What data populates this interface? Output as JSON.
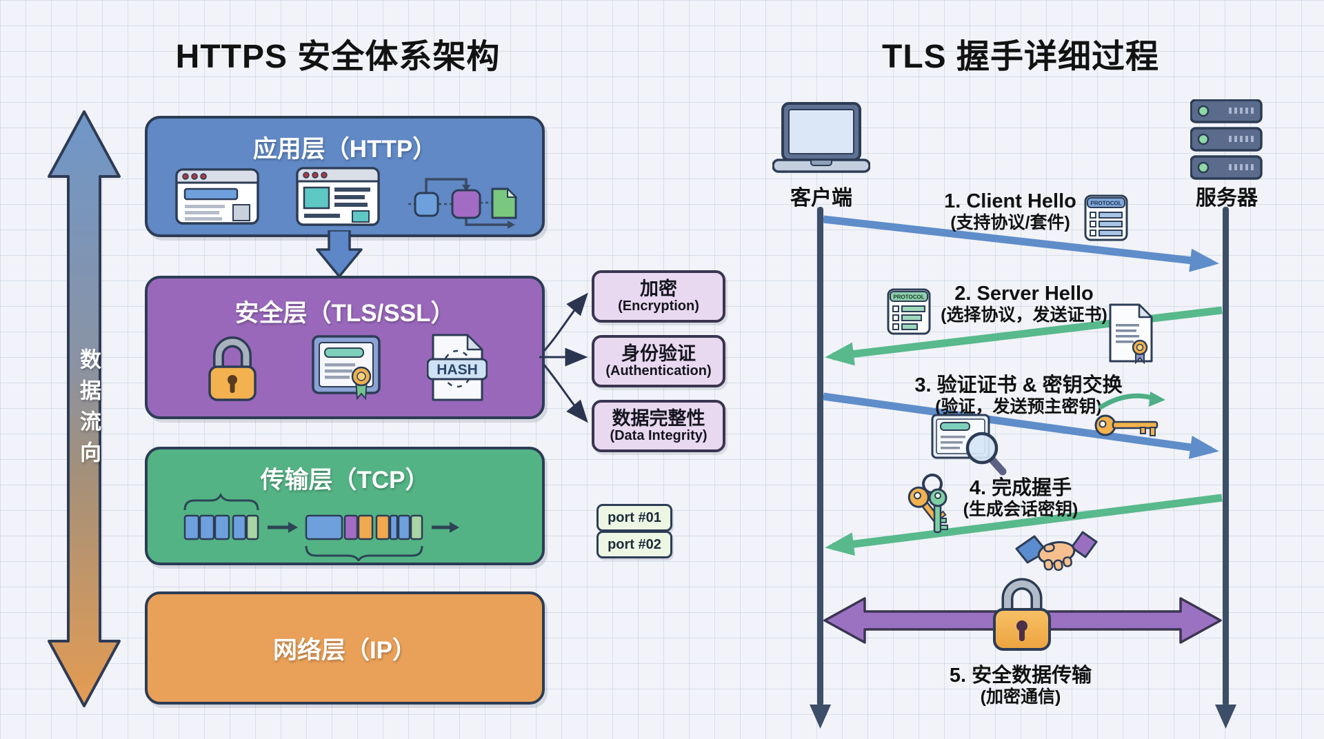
{
  "left": {
    "title": "HTTPS 安全体系架构",
    "flow_label": "数据流向",
    "layers": [
      {
        "label": "应用层（HTTP）"
      },
      {
        "label": "安全层（TLS/SSL）"
      },
      {
        "label": "传输层（TCP）"
      },
      {
        "label": "网络层（IP）"
      }
    ],
    "hash_text": "HASH",
    "ports": [
      "port #01",
      "port #02"
    ],
    "callouts": [
      {
        "zh": "加密",
        "en": "(Encryption)"
      },
      {
        "zh": "身份验证",
        "en": "(Authentication)"
      },
      {
        "zh": "数据完整性",
        "en": "(Data Integrity)"
      }
    ]
  },
  "right": {
    "title": "TLS 握手详细过程",
    "client_label": "客户端",
    "server_label": "服务器",
    "protocol_text": "PROTOCOL",
    "steps": [
      {
        "title": "1. Client Hello",
        "subtitle": "(支持协议/套件)"
      },
      {
        "title": "2. Server Hello",
        "subtitle": "(选择协议，发送证书)"
      },
      {
        "title": "3. 验证证书 & 密钥交换",
        "subtitle": "(验证，发送预主密钥)"
      },
      {
        "title": "4. 完成握手",
        "subtitle": "(生成会话密钥)"
      },
      {
        "title": "5. 安全数据传输",
        "subtitle": "(加密通信)"
      }
    ]
  },
  "colors": {
    "app_layer": "#6089c5",
    "security_layer": "#9968bb",
    "transport_layer": "#53b384",
    "network_layer": "#e9a058",
    "arrow_blue": "#5e8dc9",
    "arrow_green": "#58b98c",
    "arrow_purple": "#9b71c2",
    "lifeline": "#3c4e68",
    "callout_bg": "#e9d9f0"
  }
}
